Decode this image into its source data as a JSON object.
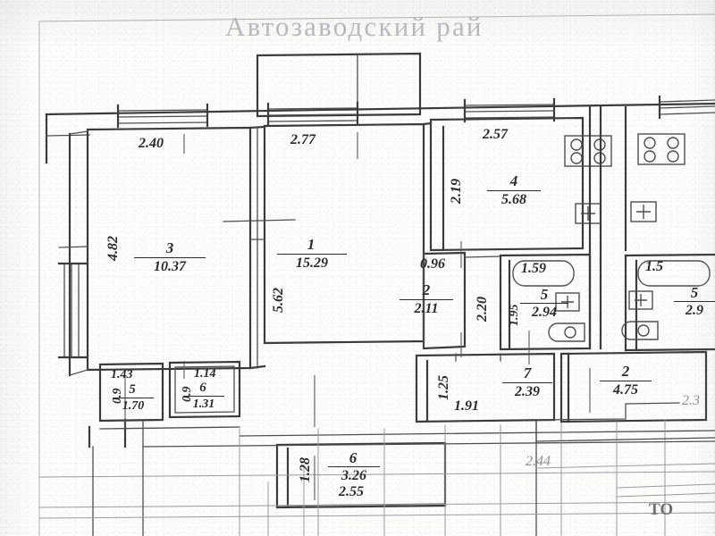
{
  "document": {
    "kind": "apartment-floor-plan-scan",
    "header_title": "Автозаводский рай",
    "corner_mark": "ТО"
  },
  "rooms": [
    {
      "id": "room-3",
      "number": "3",
      "area": "10.37"
    },
    {
      "id": "room-1",
      "number": "1",
      "area": "15.29"
    },
    {
      "id": "room-2",
      "number": "2",
      "area": "2.11"
    },
    {
      "id": "room-4",
      "number": "4",
      "area": "5.68"
    },
    {
      "id": "room-5",
      "number": "5",
      "area": "2.94"
    },
    {
      "id": "room-5b",
      "number": "5",
      "area": "1.70"
    },
    {
      "id": "room-6",
      "number": "6",
      "area": "1.31"
    },
    {
      "id": "room-7",
      "number": "7",
      "area": "2.39"
    },
    {
      "id": "room-2r",
      "number": "2",
      "area": "4.75"
    },
    {
      "id": "room-6b",
      "number": "6",
      "area": "3.26"
    },
    {
      "id": "room-5r",
      "number": "5",
      "area": "2.9"
    }
  ],
  "dimensions": {
    "top_left_wall": "2.40",
    "top_mid_wall": "2.77",
    "top_right_wall": "2.57",
    "left_wall_vertical": "4.82",
    "center_wall_vertical": "5.62",
    "kitchen_vertical": "2.19",
    "corridor_width": "0.96",
    "corridor_vertical": "2.20",
    "bath_vertical": "1.95",
    "bathtub_length": "1.59",
    "bathtub_length_right": "1.5",
    "closet_a_width": "1.43",
    "closet_a_height": "0.9",
    "closet_b_width": "1.14",
    "hall_vertical": "1.25",
    "hall_width": "1.91",
    "bottom_room_vertical": "1.28",
    "bottom_room_width": "2.55",
    "bottom_right_faint": "2.44",
    "right_edge_partial": "2.3"
  },
  "fixtures": [
    {
      "name": "stove-4-burner",
      "count": 2
    },
    {
      "name": "sink",
      "count": 4
    },
    {
      "name": "bathtub",
      "count": 2
    },
    {
      "name": "toilet",
      "count": 2
    },
    {
      "name": "window",
      "count": 7
    }
  ],
  "colors": {
    "paper": "#fdfdfb",
    "ink": "#2b2b2b",
    "line": "#4a4a4a",
    "faint_line": "#9a9ca0",
    "header_text": "#b9bcc0"
  }
}
